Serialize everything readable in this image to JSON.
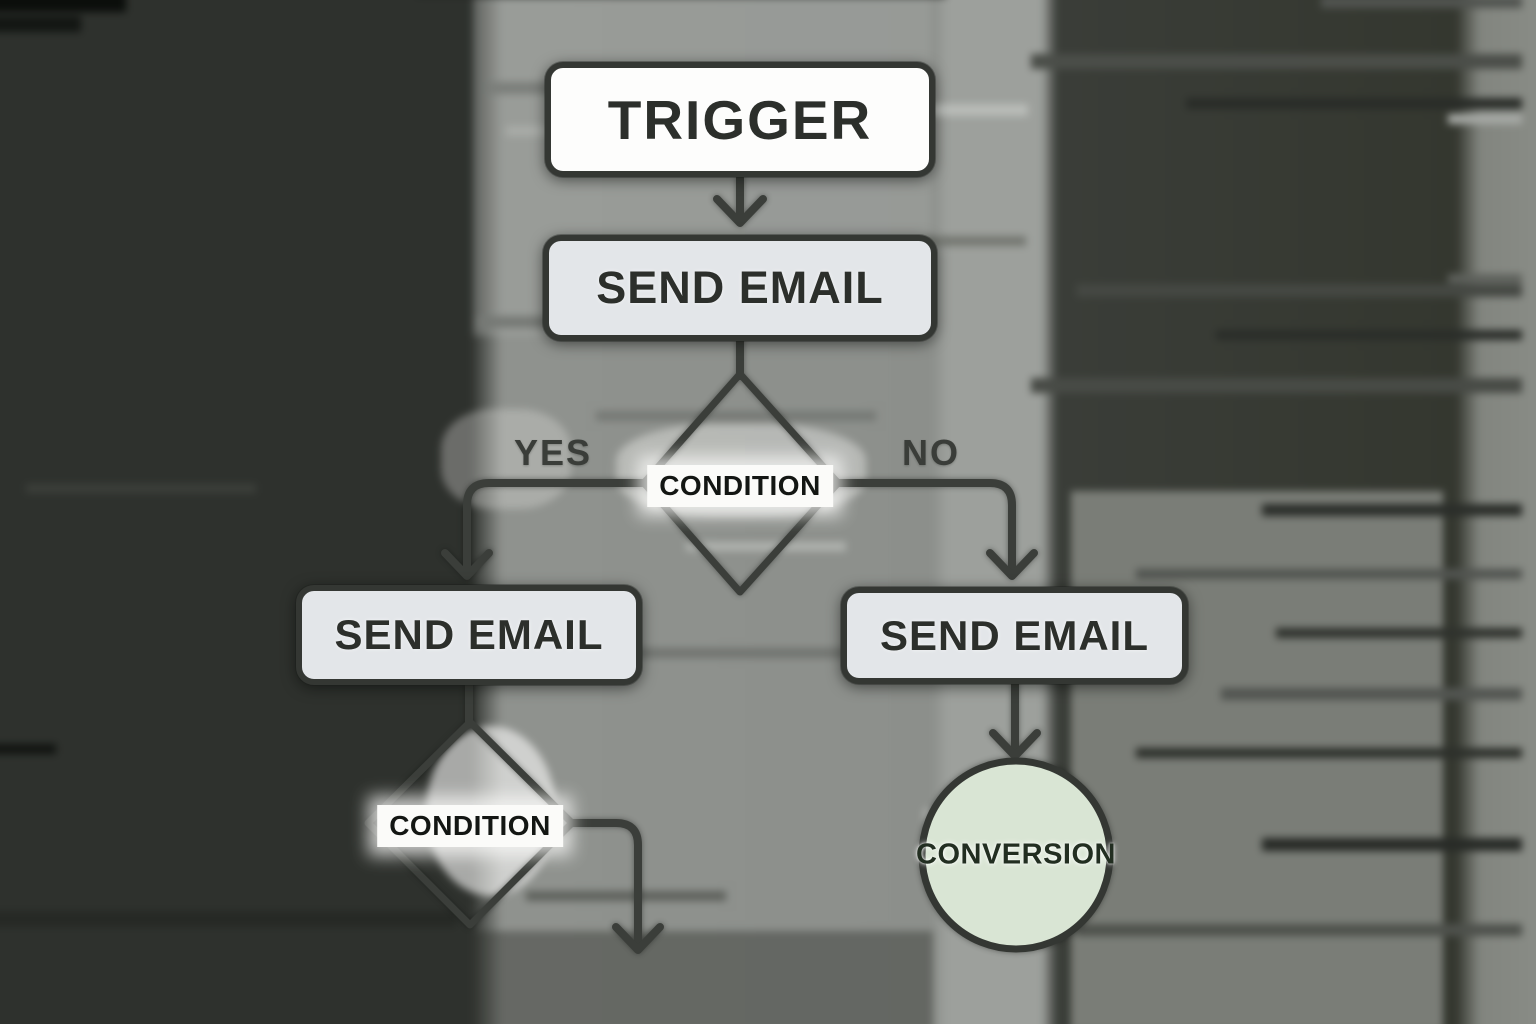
{
  "flowchart": {
    "nodes": {
      "trigger": {
        "label": "TRIGGER"
      },
      "send_email_top": {
        "label": "SEND EMAIL"
      },
      "condition_top": {
        "label": "CONDITION"
      },
      "send_email_yes": {
        "label": "SEND EMAIL"
      },
      "condition_bottom": {
        "label": "CONDITION"
      },
      "send_email_no": {
        "label": "SEND EMAIL"
      },
      "conversion": {
        "label": "CONVERSION"
      }
    },
    "edge_labels": {
      "yes": "YES",
      "no": "NO"
    },
    "colors": {
      "line": "#3b3e3a",
      "node_border": "#343733",
      "node_text": "#2c2f2b",
      "trigger_fill": "#fdfdfc",
      "email_fill": "#e3e6e9",
      "conversion_fill": "#d9e5d4",
      "label_bg": "#fbfbf9",
      "edge_label_text": "#3a3d39"
    }
  }
}
